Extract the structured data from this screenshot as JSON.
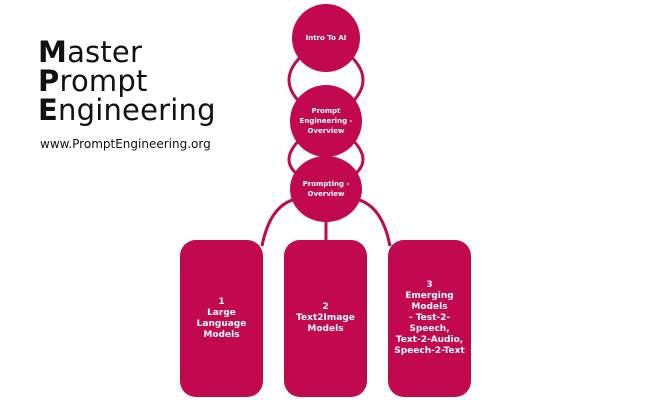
{
  "brand": {
    "line1_initial": "M",
    "line1_rest": "aster",
    "line2_initial": "P",
    "line2_rest": "rompt",
    "line3_initial": "E",
    "line3_rest": "ngineering",
    "url": "www.PromptEngineering.org"
  },
  "diagram": {
    "accent_color": "#c2094f",
    "nodes": [
      {
        "label": "Intro To AI"
      },
      {
        "label": "Prompt Engineering - Overview"
      },
      {
        "label": "Prompting - Overview"
      }
    ],
    "cards": [
      {
        "number": "1",
        "title": "Large Language\nModels"
      },
      {
        "number": "2",
        "title": "Text2Image\nModels"
      },
      {
        "number": "3",
        "title": "Emerging Models\n- Test-2-Speech,\nText-2-Audio,\nSpeech-2-Text"
      }
    ]
  }
}
